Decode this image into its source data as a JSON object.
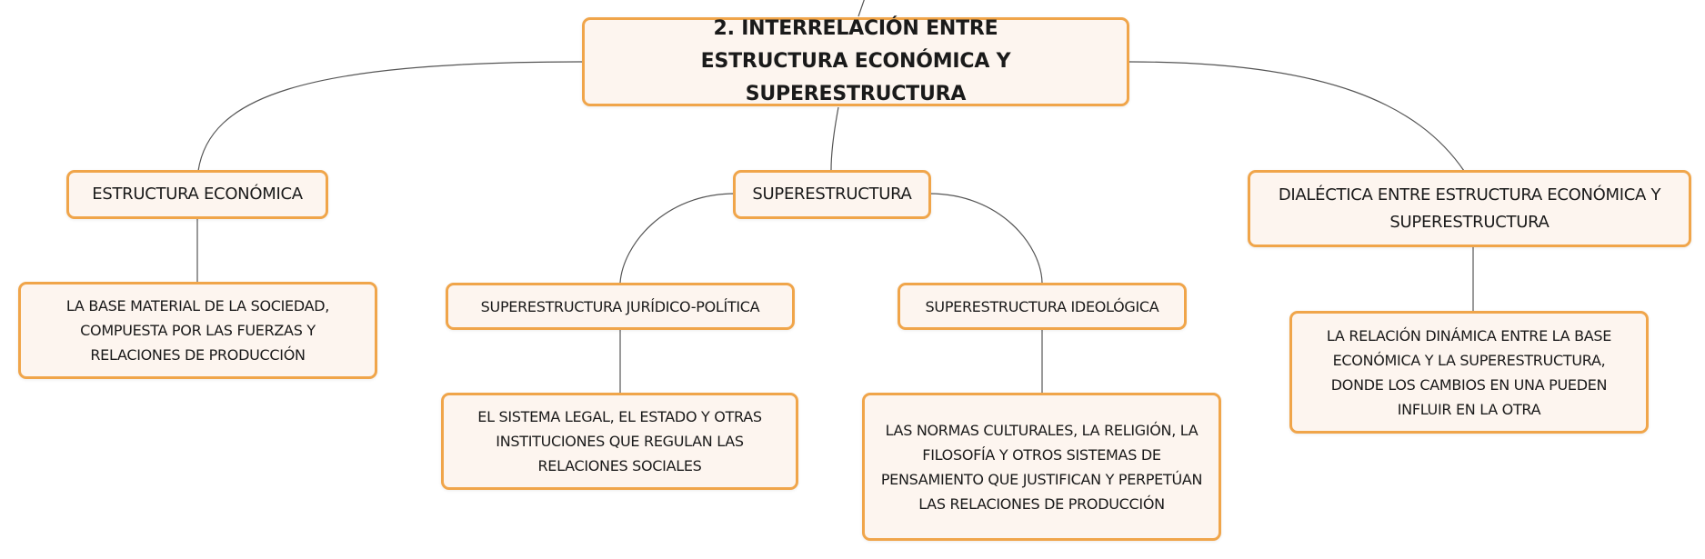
{
  "diagram": {
    "root": {
      "label": "2. INTERRELACIÓN ENTRE ESTRUCTURA ECONÓMICA Y SUPERESTRUCTURA"
    },
    "nodes": {
      "estructura_economica": "ESTRUCTURA ECONÓMICA",
      "estructura_economica_desc": "LA BASE MATERIAL DE LA SOCIEDAD, COMPUESTA POR LAS FUERZAS Y RELACIONES DE PRODUCCIÓN",
      "superestructura": "SUPERESTRUCTURA",
      "juridico_politica": "SUPERESTRUCTURA JURÍDICO-POLÍTICA",
      "juridico_politica_desc": "EL SISTEMA LEGAL, EL ESTADO Y OTRAS INSTITUCIONES QUE REGULAN LAS RELACIONES SOCIALES",
      "ideologica": "SUPERESTRUCTURA IDEOLÓGICA",
      "ideologica_desc": "LAS NORMAS CULTURALES, LA RELIGIÓN, LA FILOSOFÍA Y OTROS SISTEMAS DE PENSAMIENTO QUE JUSTIFICAN Y PERPETÚAN LAS RELACIONES DE PRODUCCIÓN",
      "dialectica": "DIALÉCTICA ENTRE ESTRUCTURA ECONÓMICA Y SUPERESTRUCTURA",
      "dialectica_desc": "LA RELACIÓN DINÁMICA ENTRE LA BASE ECONÓMICA Y LA SUPERESTRUCTURA, DONDE LOS CAMBIOS EN UNA PUEDEN INFLUIR EN LA OTRA"
    },
    "colors": {
      "node_fill": "#fdf5ef",
      "node_border": "#f0a54a",
      "connector": "#555555",
      "text": "#1a1a1a"
    }
  }
}
